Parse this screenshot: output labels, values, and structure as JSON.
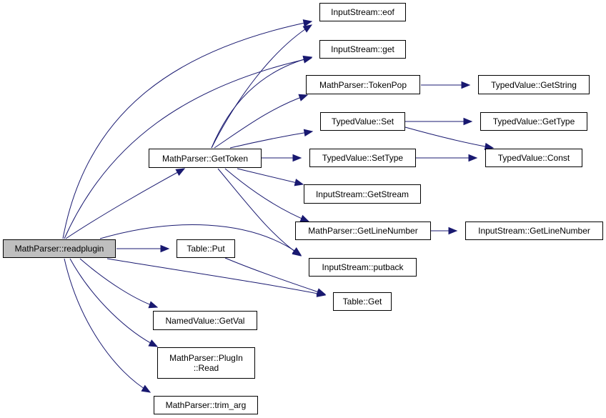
{
  "colors": {
    "edge": "#191970",
    "root_fill": "#bfbfbf",
    "node_fill": "#ffffff",
    "border": "#000000"
  },
  "nodes": {
    "readplugin": {
      "label": "MathParser::readplugin"
    },
    "gettoken": {
      "label": "MathParser::GetToken"
    },
    "table_put": {
      "label": "Table::Put"
    },
    "table_get": {
      "label": "Table::Get"
    },
    "namedvalue_getval": {
      "label": "NamedValue::GetVal"
    },
    "plugin_read": {
      "label_line1": "MathParser::PlugIn",
      "label_line2": "::Read"
    },
    "trim_arg": {
      "label": "MathParser::trim_arg"
    },
    "is_eof": {
      "label": "InputStream::eof"
    },
    "is_get": {
      "label": "InputStream::get"
    },
    "tokenpop": {
      "label": "MathParser::TokenPop"
    },
    "tv_set": {
      "label": "TypedValue::Set"
    },
    "tv_settype": {
      "label": "TypedValue::SetType"
    },
    "is_getstream": {
      "label": "InputStream::GetStream"
    },
    "mp_getlinenumber": {
      "label": "MathParser::GetLineNumber"
    },
    "is_putback": {
      "label": "InputStream::putback"
    },
    "tv_getstring": {
      "label": "TypedValue::GetString"
    },
    "tv_gettype": {
      "label": "TypedValue::GetType"
    },
    "tv_const": {
      "label": "TypedValue::Const"
    },
    "is_getlinenumber": {
      "label": "InputStream::GetLineNumber"
    }
  }
}
